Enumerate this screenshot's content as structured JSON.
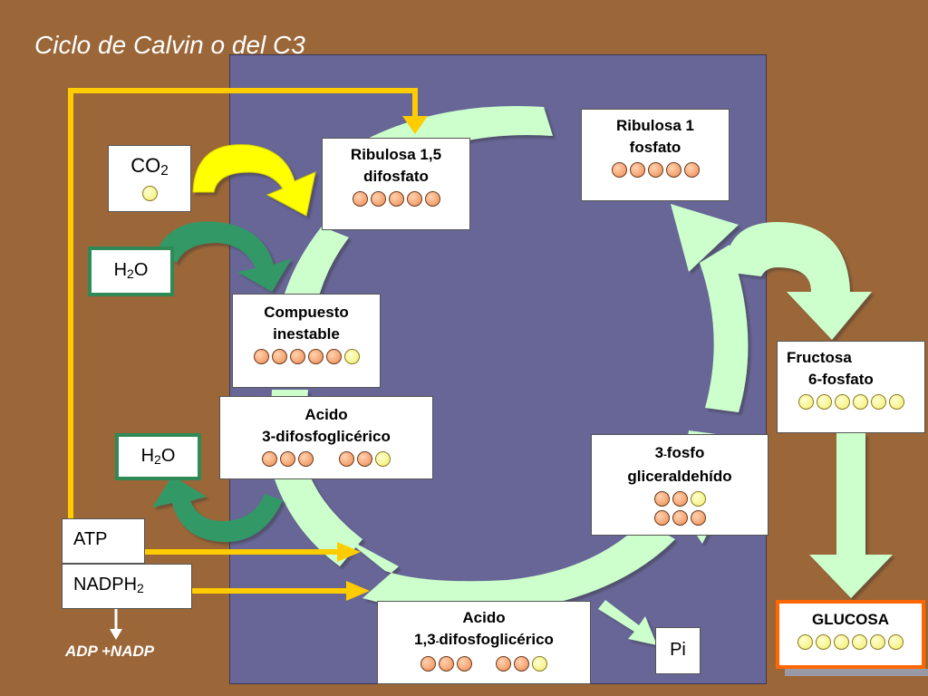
{
  "title": "Ciclo de Calvin o del C3",
  "nodes": {
    "ribulosa15": {
      "line1": "Ribulosa 1,5",
      "line2": "difosfato",
      "dots": [
        "c",
        "c",
        "c",
        "c",
        "c"
      ]
    },
    "ribulosa1": {
      "line1": "Ribulosa 1",
      "line2": "fosfato",
      "dots": [
        "c",
        "c",
        "c",
        "c",
        "c"
      ]
    },
    "compuesto": {
      "line1": "Compuesto",
      "line2": "inestable",
      "dots": [
        "c",
        "c",
        "c",
        "c",
        "c",
        "o"
      ]
    },
    "acido3": {
      "line1": "Acido",
      "line2": "3-difosfoglicérico",
      "dots_a": [
        "c",
        "c",
        "c"
      ],
      "dots_b": [
        "c",
        "c",
        "o"
      ]
    },
    "fosfogli": {
      "line1_a": "3",
      "line1_sep": "-",
      "line1_b": "fosfo",
      "line2": "gliceraldehído",
      "dots_a": [
        "c",
        "c",
        "o"
      ],
      "dots_b": [
        "c",
        "c",
        "c"
      ]
    },
    "acido13": {
      "line1": "Acido",
      "line2_a": "1,3",
      "line2_sep": "-",
      "line2_b": "difosfoglicérico",
      "dots_a": [
        "c",
        "c",
        "c"
      ],
      "dots_b": [
        "c",
        "c",
        "o"
      ]
    },
    "fructosa": {
      "line1": "Fructosa",
      "line2": "6-fosfato",
      "dots": [
        "o",
        "o",
        "o",
        "o",
        "o",
        "o"
      ]
    },
    "glucosa": {
      "line1": "GLUCOSA",
      "dots": [
        "o",
        "o",
        "o",
        "o",
        "o",
        "o"
      ]
    },
    "co2": {
      "base": "CO",
      "sub": "2",
      "dots": [
        "o"
      ]
    },
    "h2o_top": {
      "base": "H",
      "sub": "2",
      "tail": "O"
    },
    "h2o_bottom": {
      "base": "H",
      "sub": "2",
      "tail": "O"
    },
    "atp": {
      "label": "ATP"
    },
    "nadph": {
      "base": "NADPH",
      "sub": "2"
    },
    "pi": {
      "label": "Pi"
    },
    "adp_note": "ADP +NADP"
  },
  "colors": {
    "background": "#9b6638",
    "panel": "#676697",
    "cycle_arrow": "#ccffcc",
    "yellow_arrow": "#ffcc00",
    "green_arrow": "#339966",
    "glucose_border": "#ff6600"
  }
}
